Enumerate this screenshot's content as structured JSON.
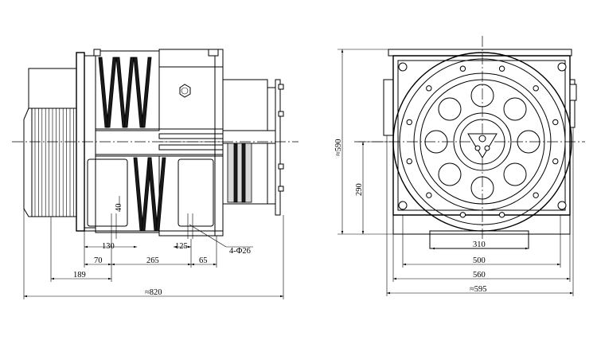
{
  "side_view": {
    "dims": {
      "d40": "40",
      "d130": "130",
      "d125": "125",
      "hole": "4-Φ26",
      "d70": "70",
      "d265": "265",
      "d65": "65",
      "d189": "189",
      "d820": "≈820"
    }
  },
  "front_view": {
    "dims": {
      "d590": "≈590",
      "d290": "290",
      "d310": "310",
      "d500": "500",
      "d560": "560",
      "d595": "≈595"
    }
  }
}
